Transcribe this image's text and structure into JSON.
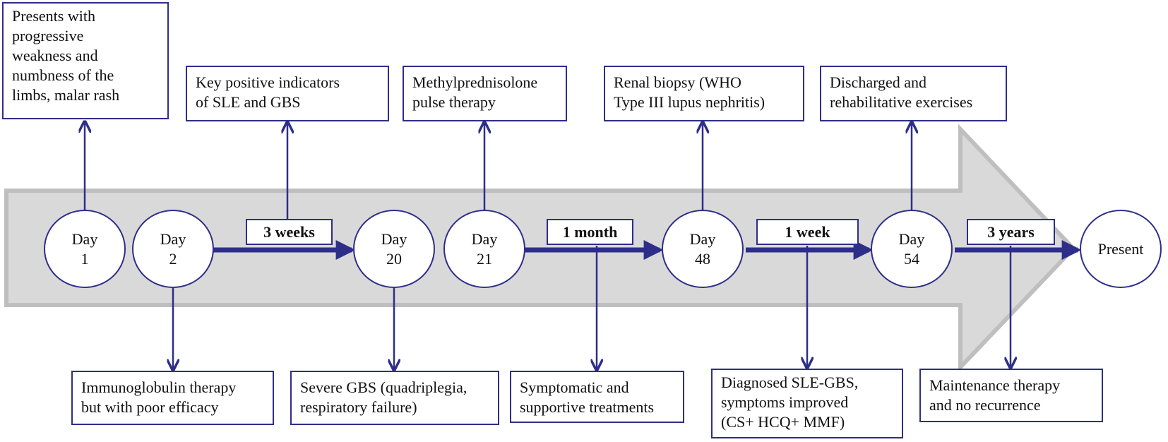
{
  "colors": {
    "accent": "#2e2e8a",
    "band": "#d9d9d9",
    "band_edge": "#bfbfbf"
  },
  "nodes": {
    "day1": {
      "l1": "Day",
      "l2": "1"
    },
    "day2": {
      "l1": "Day",
      "l2": "2"
    },
    "day20": {
      "l1": "Day",
      "l2": "20"
    },
    "day21": {
      "l1": "Day",
      "l2": "21"
    },
    "day48": {
      "l1": "Day",
      "l2": "48"
    },
    "day54": {
      "l1": "Day",
      "l2": "54"
    },
    "present": {
      "l1": "Present"
    }
  },
  "durations": {
    "d1": "3 weeks",
    "d2": "1 month",
    "d3": "1 week",
    "d4": "3 years"
  },
  "events_top": {
    "day1": "Presents with\nprogressive\nweakness and\nnumbness of the\nlimbs, malar rash",
    "day2to20": "Key positive indicators\nof SLE and GBS",
    "day21": "Methylprednisolone\npulse therapy",
    "day48": "Renal biopsy (WHO\nType III lupus nephritis)",
    "day54": "Discharged and\nrehabilitative exercises"
  },
  "events_bottom": {
    "day2": "Immunoglobulin therapy\nbut with poor efficacy",
    "day20": "Severe GBS (quadriplegia,\nrespiratory failure)",
    "month": "Symptomatic and\nsupportive treatments",
    "week": "Diagnosed SLE-GBS,\nsymptoms improved\n(CS+ HCQ+ MMF)",
    "years": "Maintenance therapy\nand no recurrence"
  }
}
